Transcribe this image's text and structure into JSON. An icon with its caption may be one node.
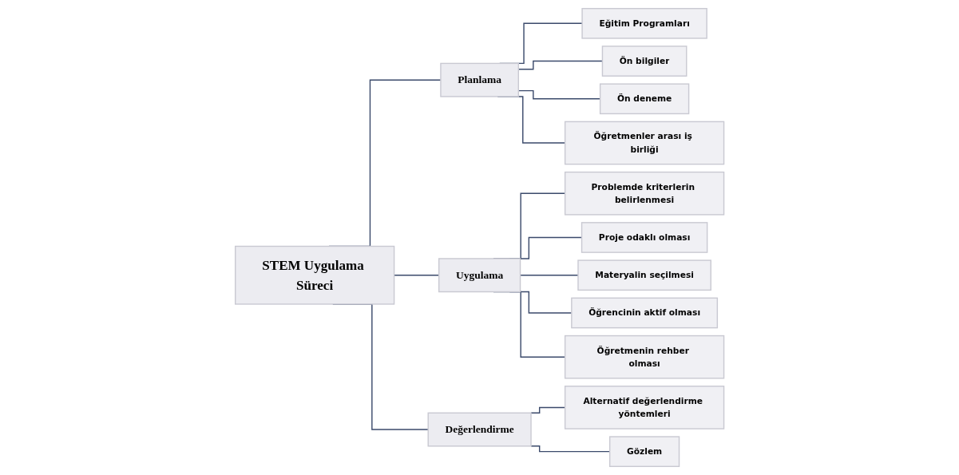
{
  "diagram": {
    "nodes": [
      {
        "text": [
          "STEM Uygulama Süreci"
        ]
      },
      {
        "text": [
          "Planlama"
        ]
      },
      {
        "text": [
          "Eğitim Programları"
        ]
      },
      {
        "text": [
          "Ön bilgiler"
        ]
      },
      {
        "text": [
          "Ön deneme"
        ]
      },
      {
        "text": [
          "Öğretmenler arası iş birliği"
        ]
      },
      {
        "text": [
          "Uygulama"
        ]
      },
      {
        "text": [
          "Problemde kriterlerin belirlenmesi"
        ]
      },
      {
        "text": [
          "Proje odaklı olması"
        ]
      },
      {
        "text": [
          "Materyalin seçilmesi"
        ]
      },
      {
        "text": [
          "Öğrencinin aktif olması"
        ]
      },
      {
        "text": [
          "Öğretmenin rehber olması"
        ]
      },
      {
        "text": [
          "Değerlendirme"
        ]
      },
      {
        "text": [
          "Alternatif değerlendirme yöntemleri"
        ]
      },
      {
        "text": [
          "Gözlem"
        ]
      }
    ],
    "edges": [
      {
        "from": 0,
        "to": 1,
        "arrow": "none"
      },
      {
        "from": 0,
        "to": 6,
        "arrow": "none"
      },
      {
        "from": 0,
        "to": 12,
        "arrow": "none"
      },
      {
        "from": 1,
        "to": 2,
        "arrow": "none"
      },
      {
        "from": 1,
        "to": 3,
        "arrow": "none"
      },
      {
        "from": 1,
        "to": 4,
        "arrow": "none"
      },
      {
        "from": 1,
        "to": 5,
        "arrow": "none"
      },
      {
        "from": 6,
        "to": 7,
        "arrow": "none"
      },
      {
        "from": 6,
        "to": 8,
        "arrow": "none"
      },
      {
        "from": 6,
        "to": 9,
        "arrow": "none"
      },
      {
        "from": 6,
        "to": 10,
        "arrow": "none"
      },
      {
        "from": 6,
        "to": 11,
        "arrow": "none"
      },
      {
        "from": 12,
        "to": 13,
        "arrow": "none"
      },
      {
        "from": 12,
        "to": 14,
        "arrow": "none"
      }
    ]
  }
}
